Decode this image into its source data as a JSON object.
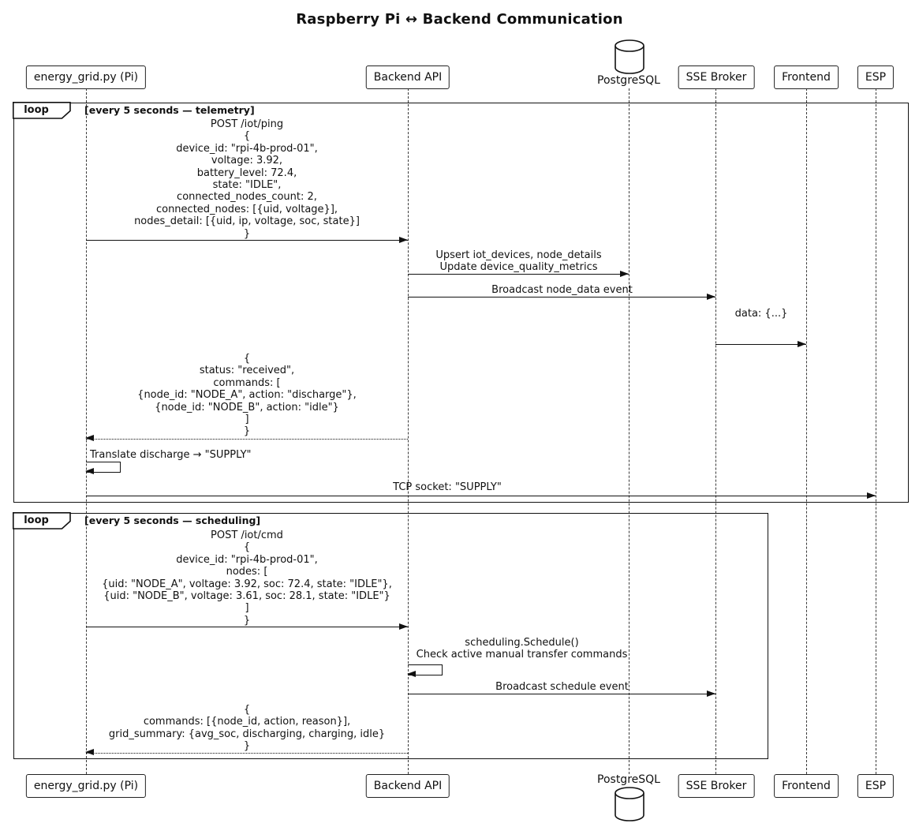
{
  "title": "Raspberry Pi ↔ Backend Communication",
  "diagram_type": "uml-sequence",
  "participants": {
    "pi": {
      "label": "energy_grid.py (Pi)"
    },
    "backend": {
      "label": "Backend API"
    },
    "postgres": {
      "label": "PostgreSQL",
      "icon": "database-icon"
    },
    "sse": {
      "label": "SSE Broker"
    },
    "frontend": {
      "label": "Frontend"
    },
    "esp": {
      "label": "ESP"
    }
  },
  "loops": {
    "telemetry": {
      "keyword": "loop",
      "condition": "[every 5 seconds — telemetry]"
    },
    "scheduling": {
      "keyword": "loop",
      "condition": "[every 5 seconds — scheduling]"
    }
  },
  "messages": {
    "ping": {
      "from": "pi",
      "to": "backend",
      "style": "solid",
      "text": "POST /iot/ping\n{\ndevice_id: \"rpi-4b-prod-01\",\nvoltage: 3.92,\nbattery_level: 72.4,\nstate: \"IDLE\",\nconnected_nodes_count: 2,\nconnected_nodes: [{uid, voltage}],\nnodes_detail: [{uid, ip, voltage, soc, state}]\n}"
    },
    "upsert": {
      "from": "backend",
      "to": "postgres",
      "style": "solid",
      "text": "Upsert iot_devices, node_details\nUpdate device_quality_metrics"
    },
    "broadcast_node": {
      "from": "backend",
      "to": "sse",
      "style": "solid",
      "text": "Broadcast node_data event"
    },
    "sse_data": {
      "from": "sse",
      "to": "frontend",
      "style": "solid",
      "text": "data: {...}"
    },
    "ping_reply": {
      "from": "backend",
      "to": "pi",
      "style": "dotted",
      "text": "{\nstatus: \"received\",\ncommands: [\n{node_id: \"NODE_A\", action: \"discharge\"},\n{node_id: \"NODE_B\", action: \"idle\"}\n]\n}"
    },
    "translate": {
      "from": "pi",
      "to": "pi",
      "style": "self",
      "text": "Translate discharge → \"SUPPLY\""
    },
    "tcp": {
      "from": "pi",
      "to": "esp",
      "style": "solid",
      "text": "TCP socket: \"SUPPLY\""
    },
    "cmd": {
      "from": "pi",
      "to": "backend",
      "style": "solid",
      "text": "POST /iot/cmd\n{\ndevice_id: \"rpi-4b-prod-01\",\nnodes: [\n{uid: \"NODE_A\", voltage: 3.92, soc: 72.4, state: \"IDLE\"},\n{uid: \"NODE_B\", voltage: 3.61, soc: 28.1, state: \"IDLE\"}\n]\n}"
    },
    "schedule": {
      "from": "backend",
      "to": "backend",
      "style": "self",
      "text": "scheduling.Schedule()\nCheck active manual transfer commands"
    },
    "broadcast_sched": {
      "from": "backend",
      "to": "sse",
      "style": "solid",
      "text": "Broadcast schedule event"
    },
    "cmd_reply": {
      "from": "backend",
      "to": "pi",
      "style": "dotted",
      "text": "{\ncommands: [{node_id, action, reason}],\ngrid_summary: {avg_soc, discharging, charging, idle}\n}"
    }
  }
}
